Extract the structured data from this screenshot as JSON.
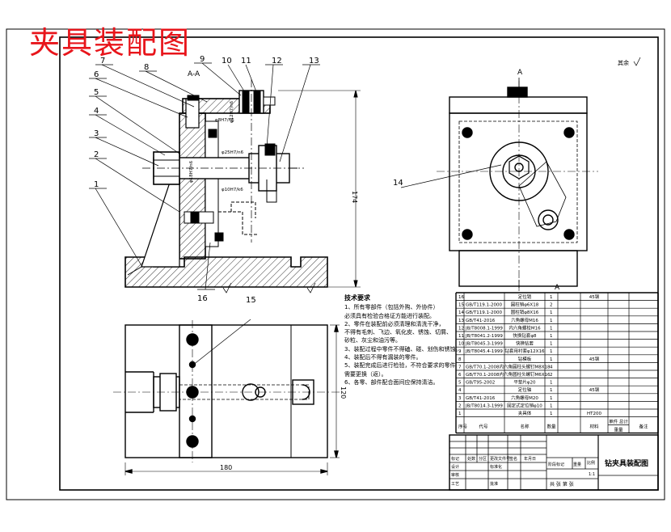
{
  "title": "夹具装配图",
  "view_label": "A-A",
  "section_marks": [
    "A",
    "A"
  ],
  "roughness": "其余",
  "dimensions": {
    "height": "174",
    "width": "180",
    "depth": "120"
  },
  "callouts": [
    "1",
    "2",
    "3",
    "4",
    "5",
    "6",
    "7",
    "8",
    "9",
    "10",
    "11",
    "12",
    "13",
    "14",
    "15",
    "16"
  ],
  "fits": [
    "φ8H7/h6",
    "φ12H7/n6",
    "φ18H7/n6",
    "φ25H7/n6",
    "φ10H7/k6"
  ],
  "tech_notes": {
    "heading": "技术要求",
    "lines": [
      "1、所有零部件（包括外购、外协件）",
      "  必须具有检验合格证方能进行装配。",
      "2、零件在装配前必须清理和清洗干净，",
      "  不得有毛刺、飞边、氧化皮、锈蚀、切屑、",
      "  砂粒、灰尘和油污等。",
      "3、装配过程中零件不得磕、碰、划伤和锈蚀。",
      "4、装配后不得有漏装的零件。",
      "5、装配完成后进行检验，不符合要求的零件",
      "  需要更换（返）。",
      "6、各零、部件配合面间应保持清洁。"
    ]
  },
  "bom": {
    "rows": [
      {
        "no": "16",
        "code": "",
        "name": "定位销",
        "qty": "1",
        "material": "45钢"
      },
      {
        "no": "15",
        "code": "GB/T119.1-2000",
        "name": "圆柱销φ6X18",
        "qty": "2",
        "material": ""
      },
      {
        "no": "14",
        "code": "GB/T119.1-2000",
        "name": "圆柱销φ8X16",
        "qty": "1",
        "material": ""
      },
      {
        "no": "13",
        "code": "GB/T41-2016",
        "name": "六角螺母M16",
        "qty": "1",
        "material": ""
      },
      {
        "no": "12",
        "code": "JB/T8008.1-1999",
        "name": "内六角螺栓M16",
        "qty": "1",
        "material": ""
      },
      {
        "no": "11",
        "code": "JB/T8041.2-1999",
        "name": "快换钻套φ8",
        "qty": "1",
        "material": ""
      },
      {
        "no": "10",
        "code": "JB/T8045.3-1999",
        "name": "快换钻套",
        "qty": "1",
        "material": ""
      },
      {
        "no": "9",
        "code": "JB/T8045.4-1999",
        "name": "钻套用衬套φ12X16",
        "qty": "1",
        "material": ""
      },
      {
        "no": "8",
        "code": "",
        "name": "钻模板",
        "qty": "1",
        "material": "45钢"
      },
      {
        "no": "7",
        "code": "GB/T70.1-2008",
        "name": "内六角圆柱头螺钉M8X18",
        "qty": "4",
        "material": ""
      },
      {
        "no": "6",
        "code": "GB/T70.1-2008",
        "name": "内六角圆柱头螺钉M6X16",
        "qty": "2",
        "material": ""
      },
      {
        "no": "5",
        "code": "GB/T95-2002",
        "name": "平垫片φ20",
        "qty": "1",
        "material": ""
      },
      {
        "no": "4",
        "code": "",
        "name": "定位轴",
        "qty": "1",
        "material": "45钢"
      },
      {
        "no": "3",
        "code": "GB/T41-2016",
        "name": "六角螺母M20",
        "qty": "1",
        "material": ""
      },
      {
        "no": "2",
        "code": "JB/T8014.3-1999",
        "name": "固定式定位销φ10",
        "qty": "1",
        "material": ""
      },
      {
        "no": "1",
        "code": "",
        "name": "夹具体",
        "qty": "1",
        "material": "HT200"
      }
    ],
    "header": {
      "no": "序号",
      "code": "代号",
      "name": "名称",
      "qty": "数量",
      "material": "材料",
      "weight": "单件 总计",
      "weight_sub": "重量",
      "remark": "备注"
    }
  },
  "title_block": {
    "drawing_name": "钻夹具装配图",
    "headers": [
      "标记",
      "处数",
      "分区",
      "更改文件号",
      "签名",
      "年月日"
    ],
    "stage_label": "阶段标记",
    "weight_label": "重量",
    "scale_label": "比例",
    "scale": "1:1",
    "design": "设计",
    "standard": "标准化",
    "review": "审核",
    "process": "工艺",
    "approve": "批准",
    "sheets": "共  张  第  张"
  }
}
